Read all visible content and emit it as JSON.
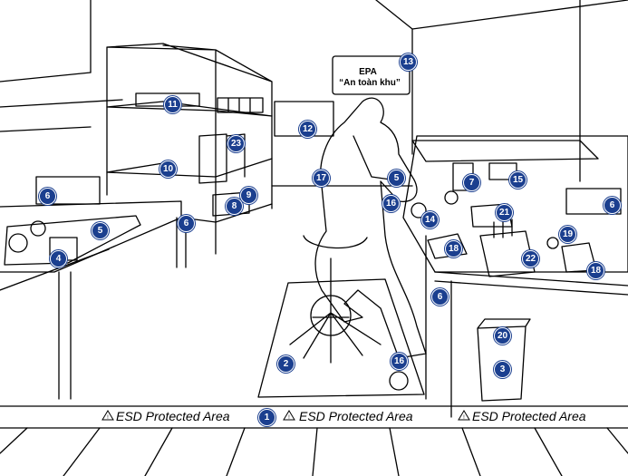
{
  "sign": {
    "title": "EPA",
    "subtitle": "“An toàn khu”"
  },
  "floor_tape": {
    "labels": [
      "ESD Protected Area",
      "ESD Protected Area",
      "ESD Protected Area"
    ]
  },
  "markers": [
    {
      "id": "1",
      "text": "1"
    },
    {
      "id": "2",
      "text": "2"
    },
    {
      "id": "3",
      "text": "3"
    },
    {
      "id": "4",
      "text": "4"
    },
    {
      "id": "5a",
      "text": "5"
    },
    {
      "id": "5b",
      "text": "5"
    },
    {
      "id": "6a",
      "text": "6"
    },
    {
      "id": "6b",
      "text": "6"
    },
    {
      "id": "6c",
      "text": "6"
    },
    {
      "id": "6d",
      "text": "6"
    },
    {
      "id": "7",
      "text": "7"
    },
    {
      "id": "8",
      "text": "8"
    },
    {
      "id": "9",
      "text": "9"
    },
    {
      "id": "10",
      "text": "10"
    },
    {
      "id": "11",
      "text": "11"
    },
    {
      "id": "12",
      "text": "12"
    },
    {
      "id": "13",
      "text": "13"
    },
    {
      "id": "14",
      "text": "14"
    },
    {
      "id": "15",
      "text": "15"
    },
    {
      "id": "16a",
      "text": "16"
    },
    {
      "id": "16b",
      "text": "16"
    },
    {
      "id": "17",
      "text": "17"
    },
    {
      "id": "18a",
      "text": "18"
    },
    {
      "id": "18b",
      "text": "18"
    },
    {
      "id": "19",
      "text": "19"
    },
    {
      "id": "20",
      "text": "20"
    },
    {
      "id": "21",
      "text": "21"
    },
    {
      "id": "22",
      "text": "22"
    },
    {
      "id": "23",
      "text": "23"
    }
  ],
  "icons": {
    "esd_symbol": "esd-warning-icon"
  },
  "colors": {
    "marker": "#1b3f8f",
    "line": "#000000",
    "background": "#ffffff"
  }
}
